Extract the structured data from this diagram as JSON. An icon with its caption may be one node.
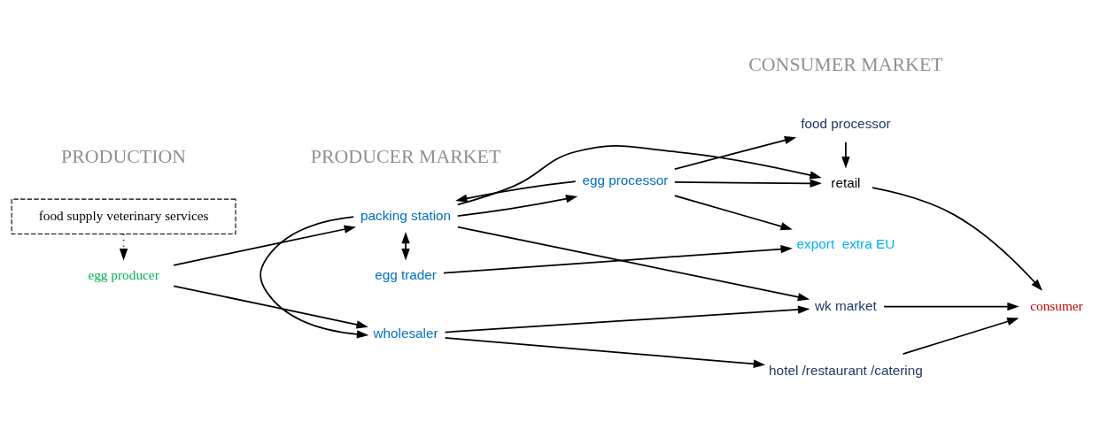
{
  "diagram": {
    "nodes": [
      {
        "text": [
          "egg producer"
        ]
      },
      {
        "text": [
          "wholesaler"
        ]
      },
      {
        "text": [
          "packing station"
        ]
      },
      {
        "text": [
          "egg processor"
        ]
      },
      {
        "text": [
          "egg trader"
        ]
      },
      {
        "text": [
          "hotel /restaurant /catering"
        ]
      },
      {
        "text": [
          "wk market"
        ]
      },
      {
        "text": [
          "retail"
        ]
      },
      {
        "text": [
          "food processor"
        ]
      },
      {
        "text": [
          "export  extra EU"
        ]
      },
      {
        "text": [
          "consumer"
        ]
      },
      {
        "text": [
          "food supply veterinary services"
        ]
      }
    ],
    "edges": [
      {
        "from": 0,
        "to": 1,
        "arrow": "to"
      },
      {
        "from": 0,
        "to": 2,
        "arrow": "to"
      },
      {
        "from": 1,
        "to": 5,
        "arrow": "to"
      },
      {
        "from": 1,
        "to": 6,
        "arrow": "to"
      },
      {
        "from": 2,
        "to": 1,
        "arrow": "to"
      },
      {
        "from": 2,
        "to": 6,
        "arrow": "to"
      },
      {
        "from": 2,
        "to": 7,
        "arrow": "to"
      },
      {
        "from": 2,
        "to": 3,
        "arrow": "to"
      },
      {
        "from": 2,
        "to": 4,
        "arrow": "both"
      },
      {
        "from": 3,
        "to": 2,
        "arrow": "to"
      },
      {
        "from": 3,
        "to": 7,
        "arrow": "to"
      },
      {
        "from": 3,
        "to": 8,
        "arrow": "to"
      },
      {
        "from": 3,
        "to": 9,
        "arrow": "to"
      },
      {
        "from": 4,
        "to": 9,
        "arrow": "to"
      },
      {
        "from": 5,
        "to": 10,
        "arrow": "to"
      },
      {
        "from": 6,
        "to": 10,
        "arrow": "to"
      },
      {
        "from": 7,
        "to": 10,
        "arrow": "to"
      },
      {
        "from": 8,
        "to": 7,
        "arrow": "to"
      },
      {
        "from": 11,
        "to": 0,
        "arrow": "to",
        "style": "dashed"
      }
    ],
    "labels": [
      "PRODUCTION",
      "PRODUCER MARKET",
      "CONSUMER MARKET"
    ]
  }
}
